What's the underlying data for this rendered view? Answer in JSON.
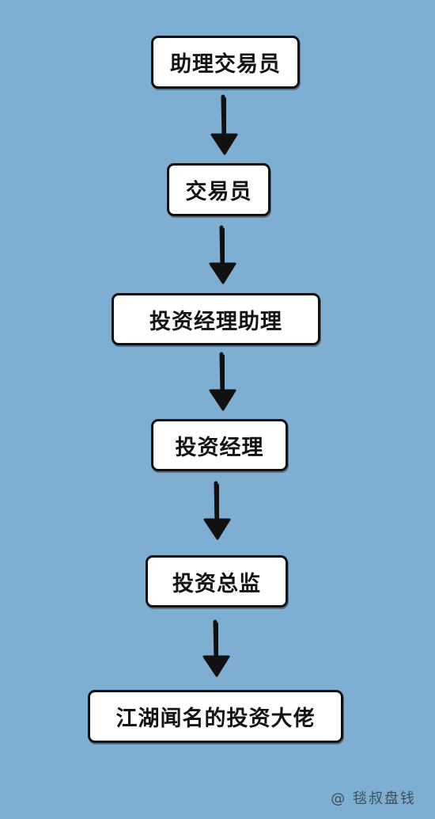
{
  "diagram": {
    "nodes": [
      {
        "id": "n1",
        "label": "助理交易员"
      },
      {
        "id": "n2",
        "label": "交易员"
      },
      {
        "id": "n3",
        "label": "投资经理助理"
      },
      {
        "id": "n4",
        "label": "投资经理"
      },
      {
        "id": "n5",
        "label": "投资总监"
      },
      {
        "id": "n6",
        "label": "江湖闻名的投资大佬"
      }
    ],
    "edges": [
      {
        "from": "n1",
        "to": "n2"
      },
      {
        "from": "n2",
        "to": "n3"
      },
      {
        "from": "n3",
        "to": "n4"
      },
      {
        "from": "n4",
        "to": "n5"
      },
      {
        "from": "n5",
        "to": "n6"
      }
    ],
    "colors": {
      "background": "#7eaed2",
      "box_fill": "#ffffff",
      "box_border": "#111111",
      "arrow": "#111111"
    }
  },
  "watermark": "@ 毯叔盘钱"
}
